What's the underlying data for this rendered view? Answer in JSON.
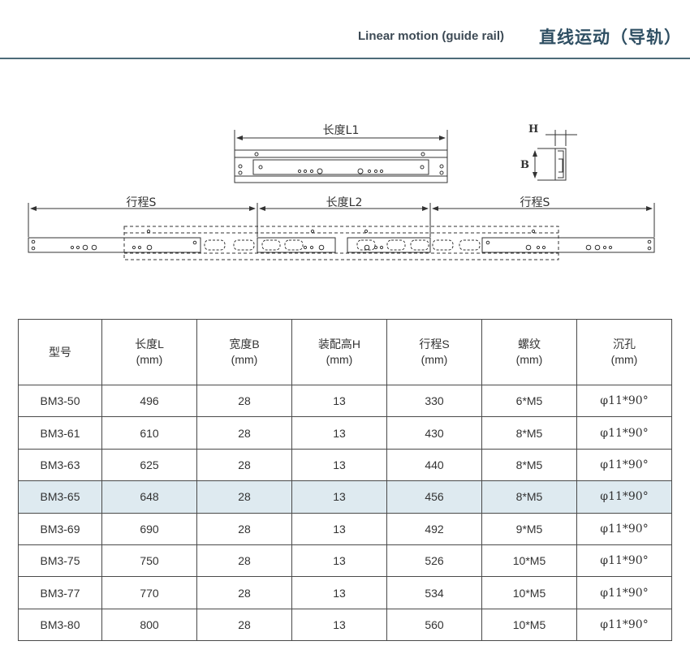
{
  "header": {
    "english_title": "Linear motion (guide rail)",
    "chinese_title": "直线运动（导轨）"
  },
  "drawing": {
    "length_l1": "长度L1",
    "length_l2": "长度L2",
    "stroke_left": "行程S",
    "stroke_right": "行程S",
    "label_h": "H",
    "label_b": "B"
  },
  "table": {
    "headers": [
      {
        "label": "型号",
        "unit": ""
      },
      {
        "label": "长度L",
        "unit": "(mm)"
      },
      {
        "label": "宽度B",
        "unit": "(mm)"
      },
      {
        "label": "装配高H",
        "unit": "(mm)"
      },
      {
        "label": "行程S",
        "unit": "(mm)"
      },
      {
        "label": "螺纹",
        "unit": "(mm)"
      },
      {
        "label": "沉孔",
        "unit": "(mm)"
      }
    ],
    "rows": [
      [
        "BM3-50",
        "496",
        "28",
        "13",
        "330",
        "6*M5",
        "φ11*90°"
      ],
      [
        "BM3-61",
        "610",
        "28",
        "13",
        "430",
        "8*M5",
        "φ11*90°"
      ],
      [
        "BM3-63",
        "625",
        "28",
        "13",
        "440",
        "8*M5",
        "φ11*90°"
      ],
      [
        "BM3-65",
        "648",
        "28",
        "13",
        "456",
        "8*M5",
        "φ11*90°"
      ],
      [
        "BM3-69",
        "690",
        "28",
        "13",
        "492",
        "9*M5",
        "φ11*90°"
      ],
      [
        "BM3-75",
        "750",
        "28",
        "13",
        "526",
        "10*M5",
        "φ11*90°"
      ],
      [
        "BM3-77",
        "770",
        "28",
        "13",
        "534",
        "10*M5",
        "φ11*90°"
      ],
      [
        "BM3-80",
        "800",
        "28",
        "13",
        "560",
        "10*M5",
        "φ11*90°"
      ]
    ],
    "highlight_row_index": 3,
    "highlight_color": "#deeaf0"
  },
  "colors": {
    "header_rule": "#4d6b79",
    "header_title": "#2f4f63"
  }
}
